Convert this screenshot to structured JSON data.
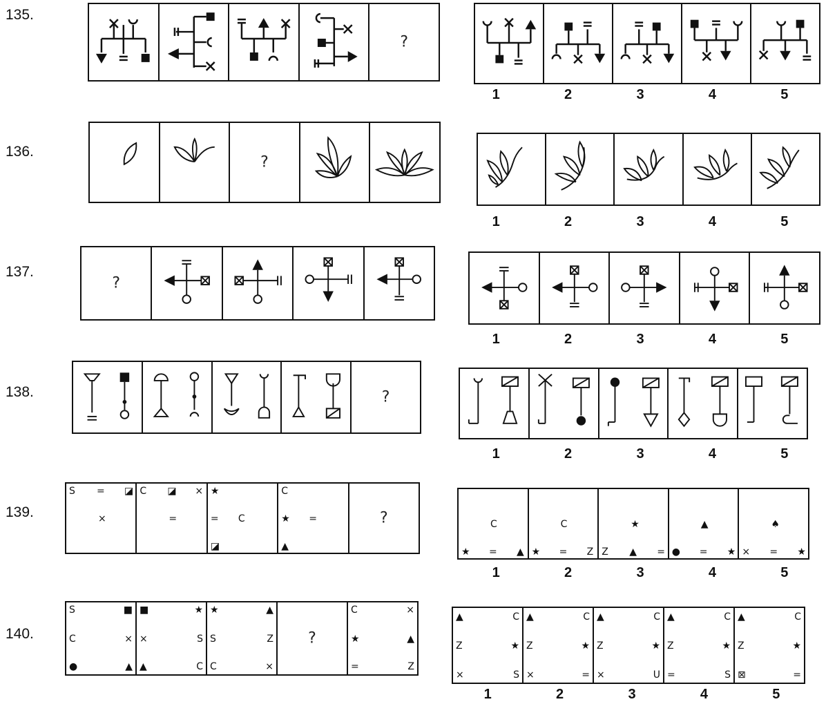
{
  "questions": [
    {
      "number": "135.",
      "problem_missing": "?",
      "option_labels": [
        "1",
        "2",
        "3",
        "4",
        "5"
      ]
    },
    {
      "number": "136.",
      "problem_missing": "?",
      "option_labels": [
        "1",
        "2",
        "3",
        "4",
        "5"
      ]
    },
    {
      "number": "137.",
      "problem_missing": "?",
      "option_labels": [
        "1",
        "2",
        "3",
        "4",
        "5"
      ]
    },
    {
      "number": "138.",
      "problem_missing": "?",
      "option_labels": [
        "1",
        "2",
        "3",
        "4",
        "5"
      ]
    },
    {
      "number": "139.",
      "problem_missing": "?",
      "option_labels": [
        "1",
        "2",
        "3",
        "4",
        "5"
      ],
      "problem_glyphs": [
        [
          "S",
          "=",
          "◪",
          "×"
        ],
        [
          "C",
          "◪",
          "×",
          "="
        ],
        [
          "★",
          "=",
          "C",
          "◪"
        ],
        [
          "C",
          "★",
          "=",
          "▲"
        ]
      ],
      "option_glyphs": [
        [
          "C",
          "★",
          "=",
          "▲"
        ],
        [
          "C",
          "★",
          "=",
          "Z"
        ],
        [
          "★",
          "Z",
          "▲",
          "="
        ],
        [
          "▲",
          "●",
          "=",
          "★"
        ],
        [
          "♠",
          "×",
          "=",
          "★"
        ]
      ]
    },
    {
      "number": "140.",
      "problem_missing": "?",
      "option_labels": [
        "1",
        "2",
        "3",
        "4",
        "5"
      ],
      "problem_glyphs": [
        [
          "S",
          "■",
          "C",
          "×",
          "●",
          "▲"
        ],
        [
          "■",
          "★",
          "×",
          "S",
          "▲",
          "C"
        ],
        [
          "★",
          "▲",
          "S",
          "Z",
          "C",
          "×"
        ],
        [
          "C",
          "×",
          "★",
          "▲",
          "=",
          "Z"
        ]
      ],
      "option_glyphs": [
        [
          "▲",
          "C",
          "Z",
          "★",
          "×",
          "S"
        ],
        [
          "▲",
          "C",
          "Z",
          "★",
          "×",
          "="
        ],
        [
          "▲",
          "C",
          "Z",
          "★",
          "×",
          "U"
        ],
        [
          "▲",
          "C",
          "Z",
          "★",
          "=",
          "S"
        ],
        [
          "▲",
          "C",
          "Z",
          "★",
          "⊠",
          "="
        ]
      ]
    }
  ]
}
